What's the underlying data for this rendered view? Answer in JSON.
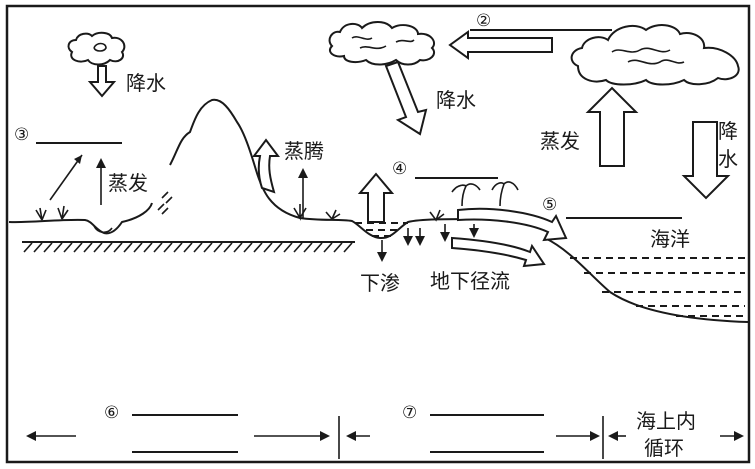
{
  "title": "水循环示意图",
  "labels": {
    "precip_left": "降水",
    "evap_left": "蒸发",
    "transpiration": "蒸腾",
    "precip_mid": "降水",
    "evap_sea": "蒸发",
    "precip_sea_1": "降",
    "precip_sea_2": "水",
    "infiltration": "下渗",
    "groundwater": "地下径流",
    "ocean": "海洋",
    "sea_cycle_1": "海上内",
    "sea_cycle_2": "循环"
  },
  "blanks": {
    "n2": "②",
    "n3": "③",
    "n4": "④",
    "n5": "⑤",
    "n6": "⑥",
    "n7": "⑦"
  }
}
